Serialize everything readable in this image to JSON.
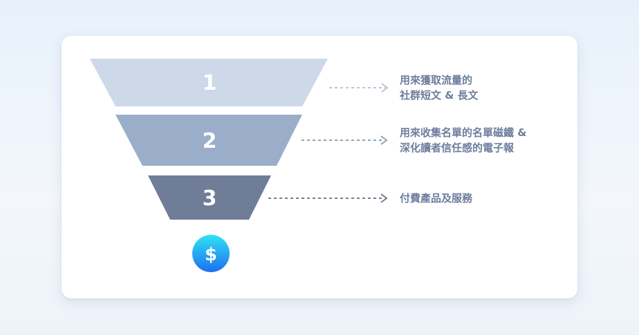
{
  "funnel": {
    "stages": [
      {
        "number": "1",
        "label_lines": [
          "用來獲取流量的",
          "社群短文 & 長文"
        ],
        "color": "#cdd8e8"
      },
      {
        "number": "2",
        "label_lines": [
          "用來收集名單的名單磁鐵 &",
          "深化讀者信任感的電子報"
        ],
        "color": "#9aaec9"
      },
      {
        "number": "3",
        "label_lines": [
          "付費產品及服務"
        ],
        "color": "#6f7d99"
      }
    ],
    "result": {
      "symbol": "$",
      "icon": "dollar-coin-icon",
      "gradient": [
        "#2fe3f3",
        "#1e6ff0"
      ]
    },
    "label_color": "#6d7d9d",
    "arrow_color": "#8fa0b8"
  }
}
